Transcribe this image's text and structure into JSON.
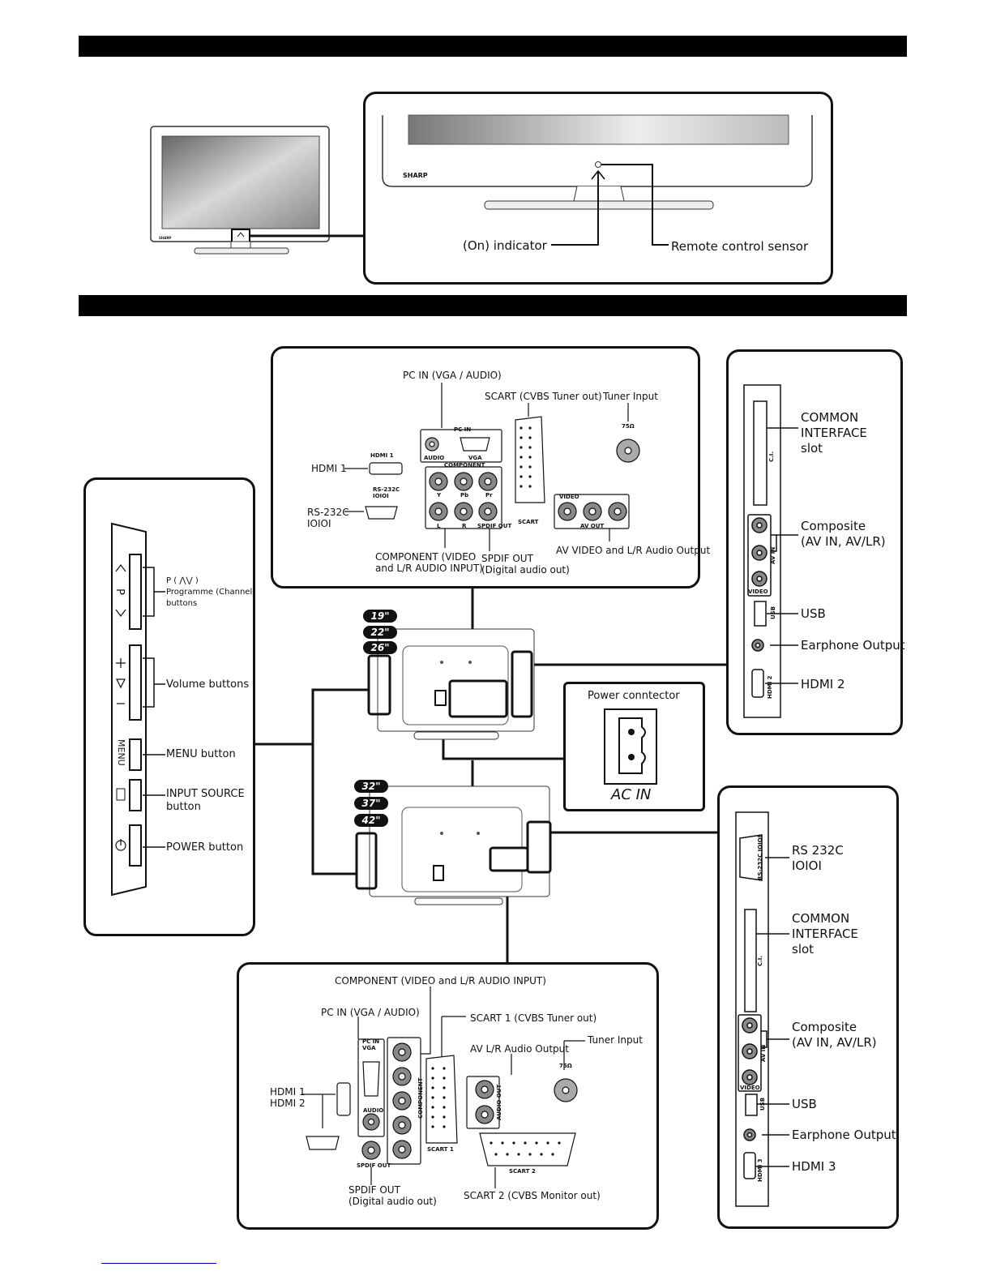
{
  "front": {
    "brand": "SHARP",
    "small_brand": "SHARP",
    "on_indicator": "(On) indicator",
    "remote_sensor": "Remote control sensor"
  },
  "side_panel": {
    "p_label": "P ( ⋀⋁ )\nProgramme (Channel)\nbuttons",
    "volume_label": "Volume buttons",
    "menu_label": "MENU button",
    "input_label": "INPUT SOURCE\nbutton",
    "power_label": "POWER button",
    "p_glyph": "P",
    "menu_glyph": "MENU"
  },
  "sizes_small": [
    "19\"",
    "22\"",
    "26\""
  ],
  "sizes_large": [
    "32\"",
    "37\"",
    "42\""
  ],
  "rear_small": {
    "pc_in": "PC IN (VGA / AUDIO)",
    "scart": "SCART (CVBS Tuner out)",
    "tuner": "Tuner Input",
    "hdmi1": "HDMI 1",
    "rs232": "RS-232C\nIOIOI",
    "component": "COMPONENT (VIDEO\nand L/R AUDIO INPUT)",
    "spdif": "SPDIF OUT\n(Digital audio out)",
    "av_out": "AV VIDEO and L/R Audio Output",
    "t_pcin": "PC IN",
    "t_audio": "AUDIO",
    "t_vga": "VGA",
    "t_component": "COMPONENT",
    "t_y": "Y",
    "t_pb": "Pb",
    "t_pr": "Pr",
    "t_l": "L",
    "t_r": "R",
    "t_spdif": "SPDIF OUT",
    "t_scart": "SCART",
    "t_video": "VIDEO",
    "t_avout": "AV OUT",
    "t_rs232": "RS-232C\nIOIOI",
    "t_hdmi": "HDMI 1",
    "t_75": "75Ω"
  },
  "side_small": {
    "ci": "COMMON\nINTERFACE\nslot",
    "composite": "Composite\n(AV IN, AV/LR)",
    "usb": "USB",
    "earphone": "Earphone Output",
    "hdmi2": "HDMI 2",
    "t_ci": "C.I.",
    "t_avin": "AV IN",
    "t_video": "VIDEO",
    "t_usb": "USB",
    "t_hdmi2": "HDMI 2"
  },
  "power": {
    "title": "Power conntector",
    "ac": "AC IN"
  },
  "rear_large": {
    "component": "COMPONENT (VIDEO and L/R AUDIO INPUT)",
    "pc_in": "PC IN (VGA / AUDIO)",
    "scart1": "SCART 1 (CVBS Tuner out)",
    "tuner": "Tuner Input",
    "av_lr": "AV L/R Audio Output",
    "hdmi": "HDMI 1\nHDMI 2",
    "spdif": "SPDIF OUT\n(Digital audio out)",
    "scart2": "SCART 2 (CVBS Monitor out)",
    "t_pcin": "PC IN\nVGA",
    "t_audio": "AUDIO",
    "t_spdif": "SPDIF OUT",
    "t_component": "COMPONENT",
    "t_scart1": "SCART 1",
    "t_scart2": "SCART 2",
    "t_audioout": "AUDIO OUT",
    "t_75": "75Ω"
  },
  "side_large": {
    "rs232": "RS 232C\nIOIOI",
    "ci": "COMMON\nINTERFACE\nslot",
    "composite": "Composite\n(AV IN, AV/LR)",
    "usb": "USB",
    "earphone": "Earphone Output",
    "hdmi3": "HDMI 3",
    "t_rs232": "RS-232C IOIOI",
    "t_ci": "C.I.",
    "t_avin": "AV IN",
    "t_video": "VIDEO",
    "t_usb": "USB",
    "t_hdmi3": "HDMI 3"
  }
}
